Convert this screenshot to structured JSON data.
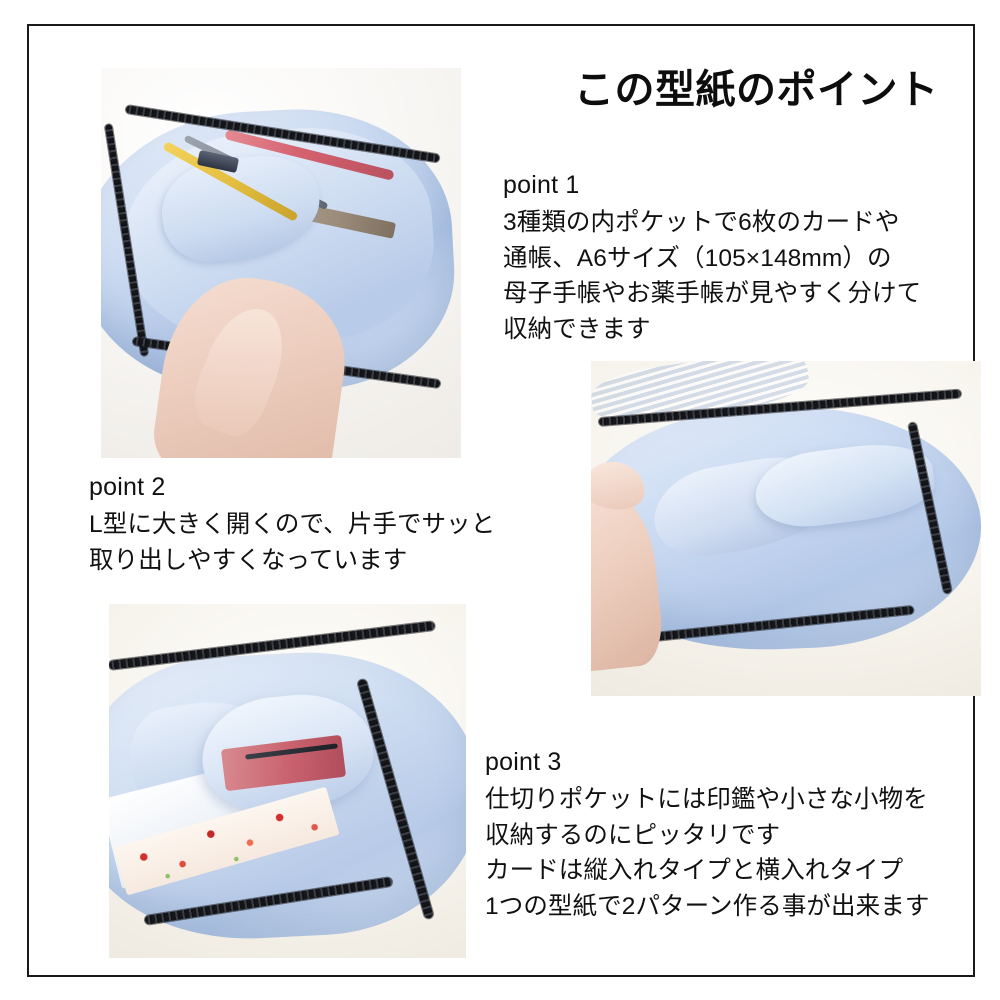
{
  "headline": "この型紙のポイント",
  "points": [
    {
      "label": "point 1",
      "lines": [
        "3種類の内ポケットで6枚のカードや",
        "通帳、A6サイズ（105×148mm）の",
        "母子手帳やお薬手帳が見やすく分けて",
        "収納できます"
      ]
    },
    {
      "label": "point 2",
      "lines": [
        "L型に大きく開くので、片手でサッと",
        "取り出しやすくなっています"
      ]
    },
    {
      "label": "point 3",
      "lines": [
        "仕切りポケットには印鑑や小さな小物を",
        "収納するのにピッタリです",
        "カードは縦入れタイプと横入れタイプ",
        "1つの型紙で2パターン作る事が出来ます"
      ]
    }
  ],
  "photos": [
    {
      "name": "hand-holding-open-pouch-with-pens-and-cards",
      "alt": "水色の長財布ポーチを手に持ち、ペンやカードを収納した状態"
    },
    {
      "name": "pouch-interior-empty-pockets",
      "alt": "ポーチの内側のポケット構造"
    },
    {
      "name": "pouch-with-notebook-and-floral-fabric",
      "alt": "仕切りポケットにノートと赤い花柄の小物を収納した状態"
    }
  ],
  "colors": {
    "background": "#ffffff",
    "frame_border": "#1a1a1a",
    "text": "#111111",
    "fabric_blue": "#c3d4ee",
    "zipper_black": "#15161a",
    "floral_red": "#d32f2f"
  }
}
